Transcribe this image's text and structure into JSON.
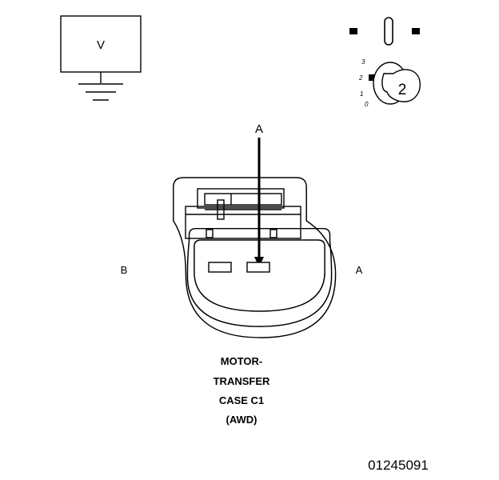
{
  "voltmeter": {
    "symbol": "V"
  },
  "selector_switch": {
    "positions": [
      "3",
      "2",
      "1",
      "0"
    ],
    "selected": "2"
  },
  "connector": {
    "pointer_label": "A",
    "side_left_label": "B",
    "side_right_label": "A",
    "caption_lines": [
      "MOTOR-",
      "TRANSFER",
      "CASE C1",
      "(AWD)"
    ]
  },
  "figure_number": "01245091"
}
